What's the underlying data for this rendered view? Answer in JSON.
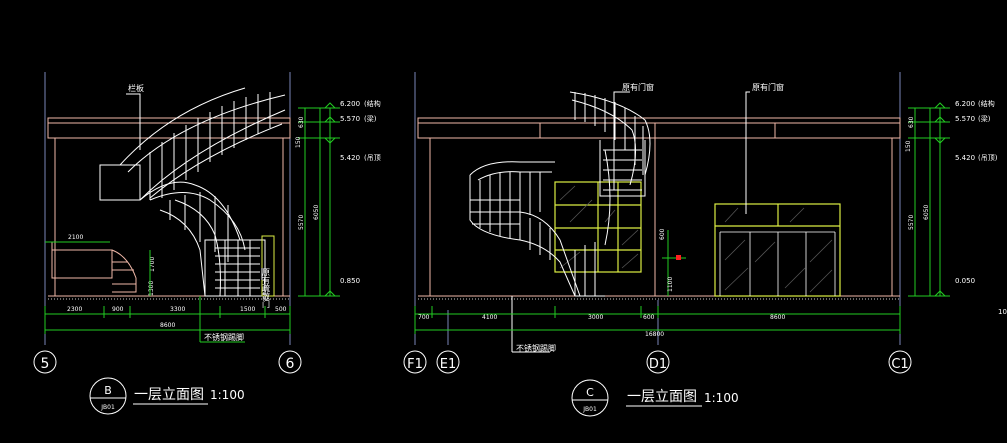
{
  "drawing_b": {
    "annot_top": "栏板",
    "annot_door": "原有疏散门",
    "annot_bottom": "不锈钢踢脚",
    "dim_2100": "2100",
    "dim_1700": "1700",
    "dim_1300": "1300",
    "levels": {
      "l1": "6.200",
      "l1_note": "(结构",
      "l2": "5.570",
      "l2_note": "(梁)",
      "l3": "5.420",
      "l3_note": "(吊顶",
      "l4": "0.850"
    },
    "vdims": {
      "a": "630",
      "b": "150",
      "c": "5570",
      "d": "6050"
    },
    "hdims": [
      "2300",
      "900",
      "3300",
      "1500",
      "500"
    ],
    "total": "8600",
    "grids": [
      "5",
      "6"
    ],
    "title_letter": "B",
    "title_sub": "JB01",
    "title_text": "一层立面图",
    "title_scale": "1:100"
  },
  "drawing_c": {
    "annot_window1": "原有门窗",
    "annot_window2": "原有门窗",
    "annot_bottom": "不锈钢踢脚",
    "dim_600": "600",
    "dim_1100": "1100",
    "levels": {
      "l1": "6.200",
      "l1_note": "(结构",
      "l2": "5.570",
      "l2_note": "(梁)",
      "l3": "5.420",
      "l3_note": "(吊顶)",
      "l4": "0.050"
    },
    "vdims": {
      "a": "630",
      "b": "150",
      "c": "5570",
      "d": "6050"
    },
    "hdims": [
      "700",
      "4100",
      "3000",
      "600",
      "8600"
    ],
    "total": "16800",
    "grids": [
      "F1",
      "E1",
      "D1",
      "C1"
    ],
    "title_letter": "C",
    "title_sub": "JB01",
    "title_text": "一层立面图",
    "title_scale": "1:100"
  },
  "edge_text": "10",
  "colors": {
    "background": "#000000",
    "line": "#ffffff",
    "dim": "#22cc22",
    "frame": "#f0b8a8",
    "accent": "#ddee44",
    "grid": "#7a86b8",
    "marker": "#ff2020"
  }
}
